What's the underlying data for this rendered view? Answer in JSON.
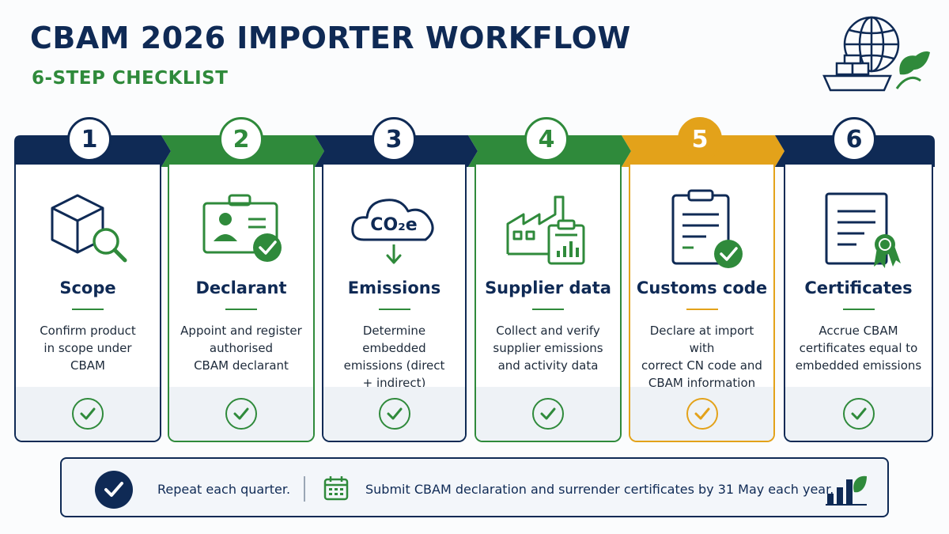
{
  "header": {
    "title": "CBAM 2026 IMPORTER WORKFLOW",
    "subtitle": "6-STEP CHECKLIST"
  },
  "colors": {
    "navy": "#0f2a55",
    "green": "#2f8a3b",
    "amber": "#e3a21a"
  },
  "steps": [
    {
      "number": "1",
      "title": "Scope",
      "description": "Confirm product\nin scope under\nCBAM",
      "icon": "box-magnifier-icon",
      "color": "navy"
    },
    {
      "number": "2",
      "title": "Declarant",
      "description": "Appoint and register\nauthorised\nCBAM declarant",
      "icon": "id-badge-check-icon",
      "color": "green"
    },
    {
      "number": "3",
      "title": "Emissions",
      "description": "Determine embedded\nemissions (direct\n+ indirect)",
      "icon": "co2-cloud-icon",
      "icon_text": "CO₂e",
      "color": "navy"
    },
    {
      "number": "4",
      "title": "Supplier data",
      "description": "Collect and verify\nsupplier emissions\nand activity data",
      "icon": "factory-clipboard-icon",
      "color": "green"
    },
    {
      "number": "5",
      "title": "Customs code",
      "description": "Declare at import with\ncorrect CN code and\nCBAM information",
      "icon": "clipboard-check-icon",
      "color": "amber"
    },
    {
      "number": "6",
      "title": "Certificates",
      "description": "Accrue CBAM\ncertificates equal to\nembedded emissions",
      "icon": "certificate-ribbon-icon",
      "color": "navy"
    }
  ],
  "footer": {
    "repeat_text": "Repeat each quarter.",
    "deadline_text": "Submit CBAM declaration and surrender certificates by 31 May each year."
  }
}
